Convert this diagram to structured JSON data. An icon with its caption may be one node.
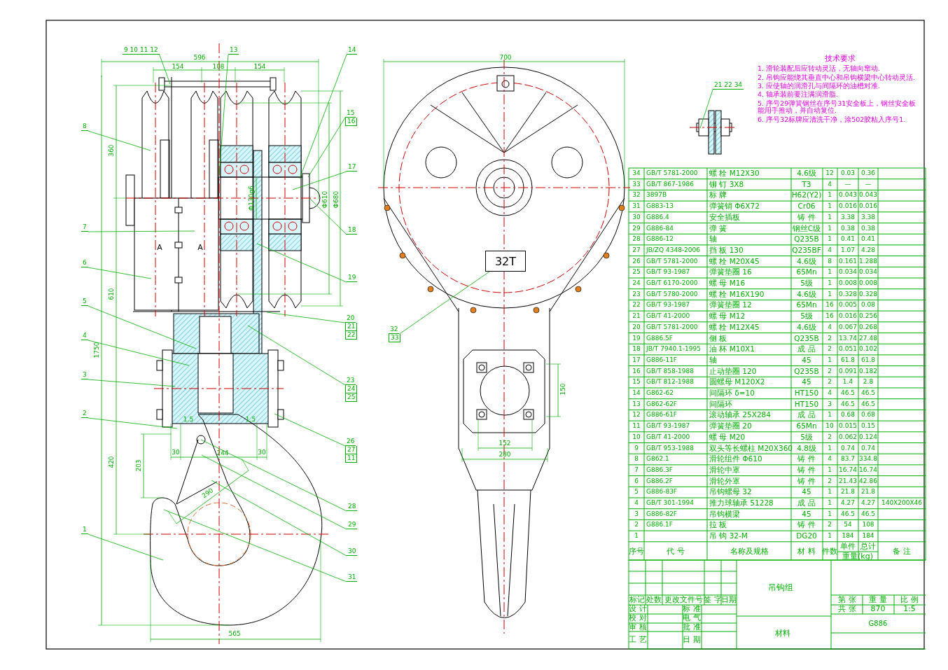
{
  "diagram": {
    "nodes": [
      {
        "text": [
          "9 10 11 12"
        ]
      },
      {
        "text": [
          "13"
        ]
      },
      {
        "text": [
          "14"
        ]
      },
      {
        "text": [
          "15",
          "16"
        ]
      },
      {
        "text": [
          "8"
        ]
      },
      {
        "text": [
          "17"
        ]
      },
      {
        "text": [
          "18"
        ]
      },
      {
        "text": [
          "7"
        ]
      },
      {
        "text": [
          "6"
        ]
      },
      {
        "text": [
          "19"
        ]
      },
      {
        "text": [
          "20",
          "21",
          "22"
        ]
      },
      {
        "text": [
          "5"
        ]
      },
      {
        "text": [
          "4"
        ]
      },
      {
        "text": [
          "3"
        ]
      },
      {
        "text": [
          "23",
          "24",
          "25"
        ]
      },
      {
        "text": [
          "2"
        ]
      },
      {
        "text": [
          "26",
          "27",
          "11"
        ]
      },
      {
        "text": [
          "28"
        ]
      },
      {
        "text": [
          "29"
        ]
      },
      {
        "text": [
          "30"
        ]
      },
      {
        "text": [
          "1"
        ]
      },
      {
        "text": [
          "31"
        ]
      },
      {
        "text": [
          "32",
          "33"
        ]
      },
      {
        "text": [
          "21 22 34"
        ]
      },
      {
        "text": [
          "32T"
        ]
      }
    ],
    "edges": [
      {
        "from": 0,
        "to": null,
        "arrow": "none"
      },
      {
        "from": 1,
        "to": null,
        "arrow": "none"
      },
      {
        "from": 2,
        "to": null,
        "arrow": "none"
      },
      {
        "from": 3,
        "to": null,
        "arrow": "none"
      },
      {
        "from": 4,
        "to": null,
        "arrow": "none"
      },
      {
        "from": 5,
        "to": null,
        "arrow": "none"
      },
      {
        "from": 6,
        "to": null,
        "arrow": "none"
      },
      {
        "from": 7,
        "to": null,
        "arrow": "none"
      },
      {
        "from": 8,
        "to": null,
        "arrow": "none"
      },
      {
        "from": 9,
        "to": null,
        "arrow": "none"
      },
      {
        "from": 10,
        "to": null,
        "arrow": "none"
      },
      {
        "from": 11,
        "to": null,
        "arrow": "none"
      },
      {
        "from": 12,
        "to": null,
        "arrow": "none"
      },
      {
        "from": 13,
        "to": null,
        "arrow": "none"
      },
      {
        "from": 14,
        "to": null,
        "arrow": "none"
      },
      {
        "from": 15,
        "to": null,
        "arrow": "none"
      },
      {
        "from": 16,
        "to": null,
        "arrow": "none"
      },
      {
        "from": 17,
        "to": null,
        "arrow": "none"
      },
      {
        "from": 18,
        "to": null,
        "arrow": "none"
      },
      {
        "from": 19,
        "to": null,
        "arrow": "none"
      },
      {
        "from": 20,
        "to": null,
        "arrow": "none"
      },
      {
        "from": 21,
        "to": null,
        "arrow": "none"
      },
      {
        "from": 22,
        "to": 24,
        "arrow": "none"
      },
      {
        "from": 23,
        "to": null,
        "arrow": "none"
      }
    ],
    "labels": [
      "技术要求",
      "1. 滑轮装配后应转动灵活，无轴向窜动.",
      "2. 吊钩应能绕其垂直中心和吊钩横梁中心转动灵活.",
      "3. 应使轴的润滑孔与间隔环的油槽对准.",
      "4. 轴承装前要注满润滑脂.",
      "5. 序号29弹簧钢丝在序号31安全板上，钢丝安全板能用手推动，并自动复位.",
      "6. 序号32标牌应清洗干净，涂502胶粘入序号1.",
      "596",
      "154",
      "108",
      "154",
      "360",
      "610",
      "1750",
      "Φ130g6",
      "Φ610",
      "Φ680",
      "A",
      "A",
      "1.5",
      "1.5",
      "30",
      "244",
      "30",
      "420",
      "203",
      "290",
      "565",
      "700",
      "150",
      "152",
      "280",
      "34",
      "GB/T 5781-2000",
      "螺 栓 M12X30",
      "4.6级",
      "12",
      "0.03",
      "0.36",
      "33",
      "GB/T 867-1986",
      "铆 钉 3X8",
      "T3",
      "4",
      "—",
      "—",
      "32",
      "3897B",
      "标 牌",
      "H62(Y2)",
      "1",
      "0.043",
      "0.043",
      "31",
      "G883-13",
      "弹簧销 Φ6X72",
      "Cr06",
      "1",
      "0.016",
      "0.016",
      "30",
      "G886.4",
      "安全插板",
      "铸 件",
      "1",
      "3.38",
      "3.38",
      "29",
      "G886-84",
      "弹 簧",
      "钢丝C级",
      "1",
      "0.38",
      "0.38",
      "28",
      "G886-12",
      "轴",
      "Q235B",
      "1",
      "0.41",
      "0.41",
      "27",
      "JB/ZQ 4348-2006",
      "挡 板 130",
      "Q235BF",
      "4",
      "1.07",
      "4.28",
      "26",
      "GB/T 5781-2000",
      "螺 栓 M20X45",
      "4.6级",
      "8",
      "0.161",
      "1.288",
      "25",
      "GB/T 93-1987",
      "弹簧垫圈 16",
      "65Mn",
      "1",
      "0.034",
      "0.034",
      "24",
      "GB/T 6170-2000",
      "螺 母 M16",
      "5级",
      "1",
      "0.008",
      "0.008",
      "23",
      "GB/T 5780-2000",
      "螺 栓 M16X190",
      "4.6级",
      "1",
      "0.328",
      "0.328",
      "22",
      "GB/T 93-1987",
      "弹簧垫圈 12",
      "65Mn",
      "16",
      "0.005",
      "0.08",
      "21",
      "GB/T 41-2000",
      "螺 母 M12",
      "5级",
      "16",
      "0.016",
      "0.256",
      "20",
      "GB/T 5781-2000",
      "螺 栓 M12X45",
      "4.6级",
      "4",
      "0.067",
      "0.268",
      "19",
      "G886.5F",
      "侧 板",
      "Q235B",
      "2",
      "13.74",
      "27.48",
      "18",
      "JB/T 7940.1-1995",
      "油 杯 M10X1",
      "成 品",
      "2",
      "0.051",
      "0.102",
      "17",
      "G886-11F",
      "轴",
      "45",
      "1",
      "61.8",
      "61.8",
      "16",
      "GB/T 858-1988",
      "止动垫圈 120",
      "Q235B",
      "2",
      "0.091",
      "0.182",
      "15",
      "GB/T 812-1988",
      "圆螺母 M120X2",
      "45",
      "2",
      "1.4",
      "2.8",
      "14",
      "G862-62",
      "间隔环 δ=10",
      "HT150",
      "4",
      "46.5",
      "46.5",
      "13",
      "G862-62F",
      "间隔环",
      "HT150",
      "3",
      "46.5",
      "46.5",
      "12",
      "G886-61F",
      "滚动轴承 25X284",
      "成 品",
      "1",
      "0.68",
      "0.68",
      "11",
      "GB/T 93-1987",
      "弹簧垫圈 20",
      "65Mn",
      "10",
      "0.015",
      "0.15",
      "10",
      "GB/T 41-2000",
      "螺 母 M20",
      "5级",
      "2",
      "0.062",
      "0.124",
      "9",
      "GB/T 953-1988",
      "双头等长螺柱 M20X360",
      "4.8级",
      "1",
      "0.74",
      "0.74",
      "8",
      "G862.1",
      "滑轮组件 Φ610",
      "铸 件",
      "4",
      "83.7",
      "334.8",
      "7",
      "G886.3F",
      "滑轮中罩",
      "铸 件",
      "1",
      "16.74",
      "16.74",
      "6",
      "G886.2F",
      "滑轮外罩",
      "铸 件",
      "2",
      "21.43",
      "42.86",
      "5",
      "G886-83F",
      "吊钩螺母 32",
      "45",
      "1",
      "21.8",
      "21.8",
      "4",
      "GB/T 301-1994",
      "推力球轴承 51228",
      "成 品",
      "1",
      "4.27",
      "4.27",
      "140X200X46",
      "3",
      "G886-82F",
      "吊钩横梁",
      "45",
      "1",
      "46.5",
      "46.5",
      "2",
      "G886.1F",
      "拉 板",
      "铸 件",
      "2",
      "54",
      "108",
      "1",
      "吊 钩 32-M",
      "DG20",
      "1",
      "184",
      "184",
      "序号",
      "代 号",
      "名称及规格",
      "材 料",
      "件数",
      "单件",
      "总计",
      "重量(kg)",
      "备 注",
      "标记",
      "处数",
      "更改文件号",
      "签 字",
      "日期",
      "设 计",
      "标 准",
      "校 对",
      "电 气",
      "审 核",
      "批 准",
      "工 艺",
      "日 期",
      "吊钩组",
      "第 张",
      "重 量",
      "比 例",
      "共 张",
      "870",
      "1:5",
      "G886",
      "材料"
    ]
  }
}
